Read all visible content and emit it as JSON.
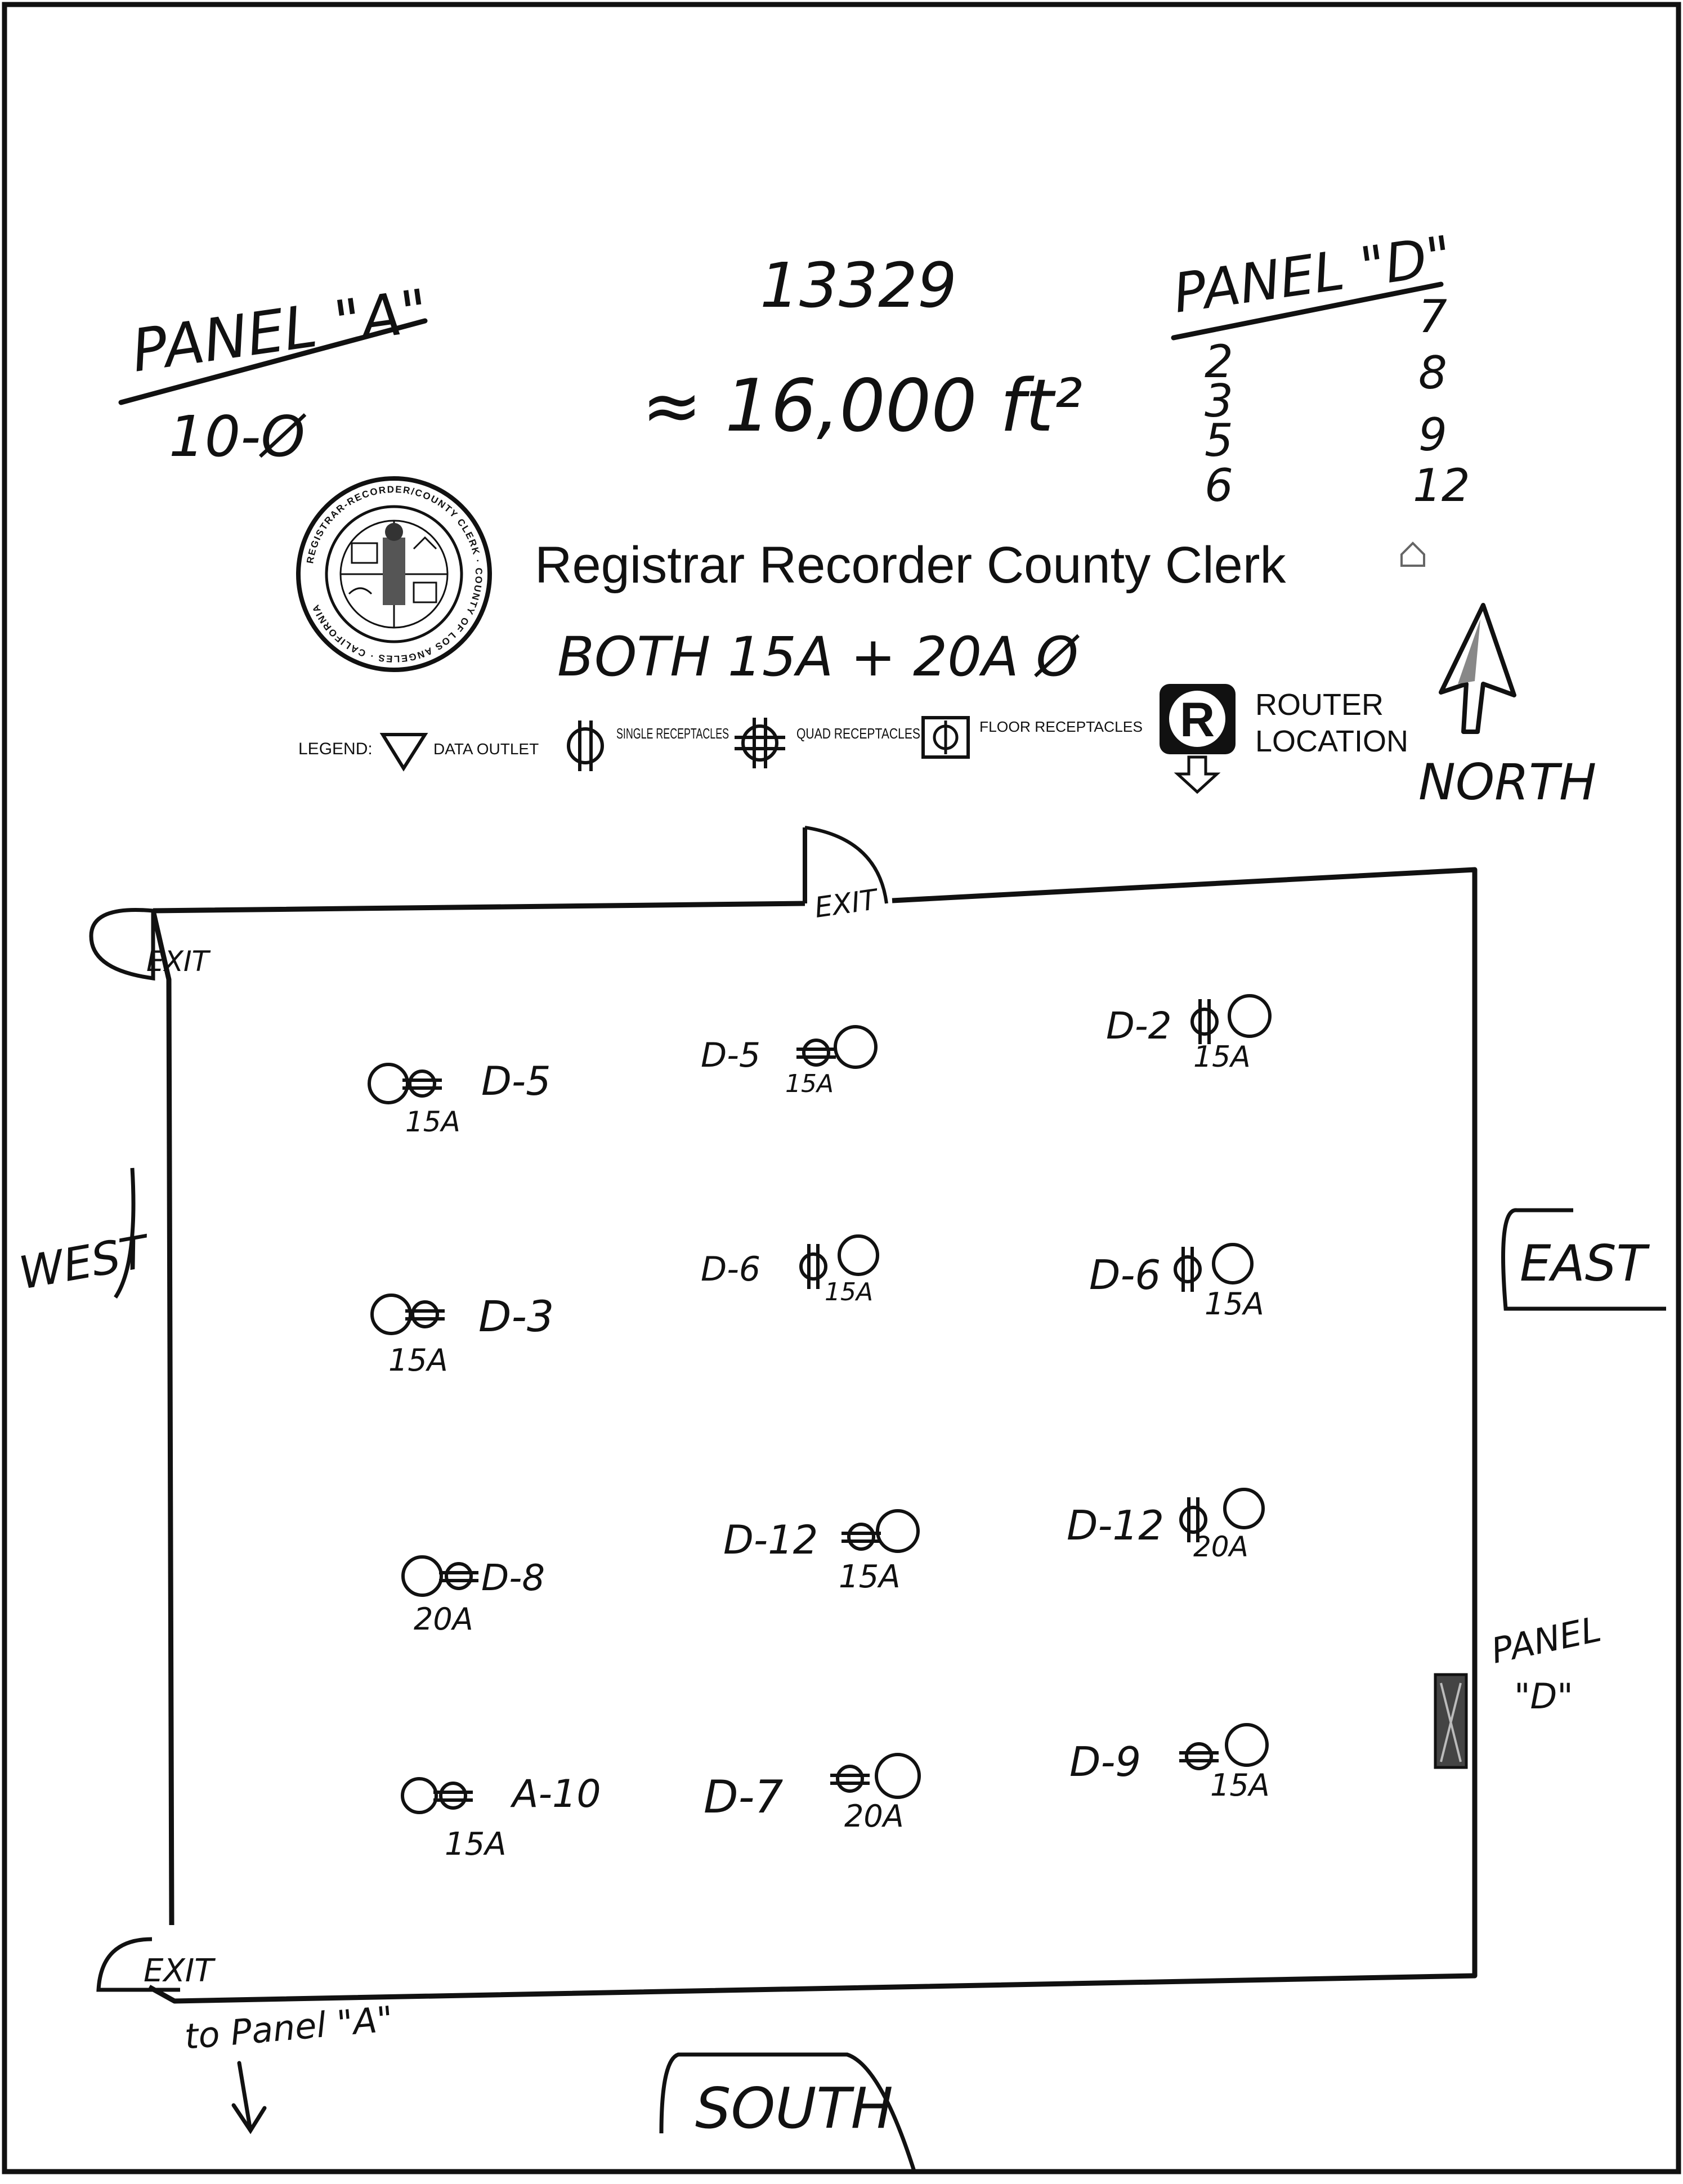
{
  "header": {
    "panel_a_title": "PANEL \"A\"",
    "panel_a_circuit": "10-Ø",
    "job_number": "13329",
    "area": "≈ 16,000 ft²",
    "panel_d_title": "PANEL \"D\"",
    "panel_d_left_col": [
      "2",
      "3",
      "5",
      "6"
    ],
    "panel_d_right_col": [
      "7",
      "8",
      "9",
      "12"
    ],
    "org_name": "Registrar Recorder County Clerk",
    "note": "BOTH 15A + 20A Ø",
    "seal_ring_text": "REGISTRAR-RECORDER/COUNTY CLERK · COUNTY OF LOS ANGELES · CALIFORNIA"
  },
  "legend": {
    "label": "LEGEND:",
    "items": [
      {
        "icon": "data-outlet-icon",
        "label": "DATA OUTLET"
      },
      {
        "icon": "single-receptacle-icon",
        "label": "SINGLE RECEPTACLES"
      },
      {
        "icon": "quad-receptacle-icon",
        "label": "QUAD RECEPTACLES"
      },
      {
        "icon": "floor-receptacle-icon",
        "label": "FLOOR RECEPTACLES"
      }
    ],
    "router_letter": "R",
    "router_line1": "ROUTER",
    "router_line2": "LOCATION",
    "north_label": "NORTH"
  },
  "floorplan": {
    "exits": {
      "top": "EXIT",
      "left": "EXIT",
      "bottom_left": "EXIT"
    },
    "directions": {
      "west": "WEST",
      "east": "EAST",
      "south": "SOUTH"
    },
    "panel_d_label_1": "PANEL",
    "panel_d_label_2": "\"D\"",
    "to_panel_a": "to Panel \"A\"",
    "outlets": [
      {
        "circuit": "D-5",
        "amps": "15A",
        "side": "right"
      },
      {
        "circuit": "D-5",
        "amps": "15A",
        "side": "left"
      },
      {
        "circuit": "D-2",
        "amps": "15A",
        "side": "left"
      },
      {
        "circuit": "D-3",
        "amps": "15A",
        "side": "right"
      },
      {
        "circuit": "D-6",
        "amps": "15A",
        "side": "left"
      },
      {
        "circuit": "D-6",
        "amps": "15A",
        "side": "left"
      },
      {
        "circuit": "D-8",
        "amps": "20A",
        "side": "right"
      },
      {
        "circuit": "D-12",
        "amps": "15A",
        "side": "left"
      },
      {
        "circuit": "D-12",
        "amps": "20A",
        "side": "left"
      },
      {
        "circuit": "A-10",
        "amps": "15A",
        "side": "right"
      },
      {
        "circuit": "D-7",
        "amps": "20A",
        "side": "left"
      },
      {
        "circuit": "D-9",
        "amps": "15A",
        "side": "left"
      }
    ]
  }
}
